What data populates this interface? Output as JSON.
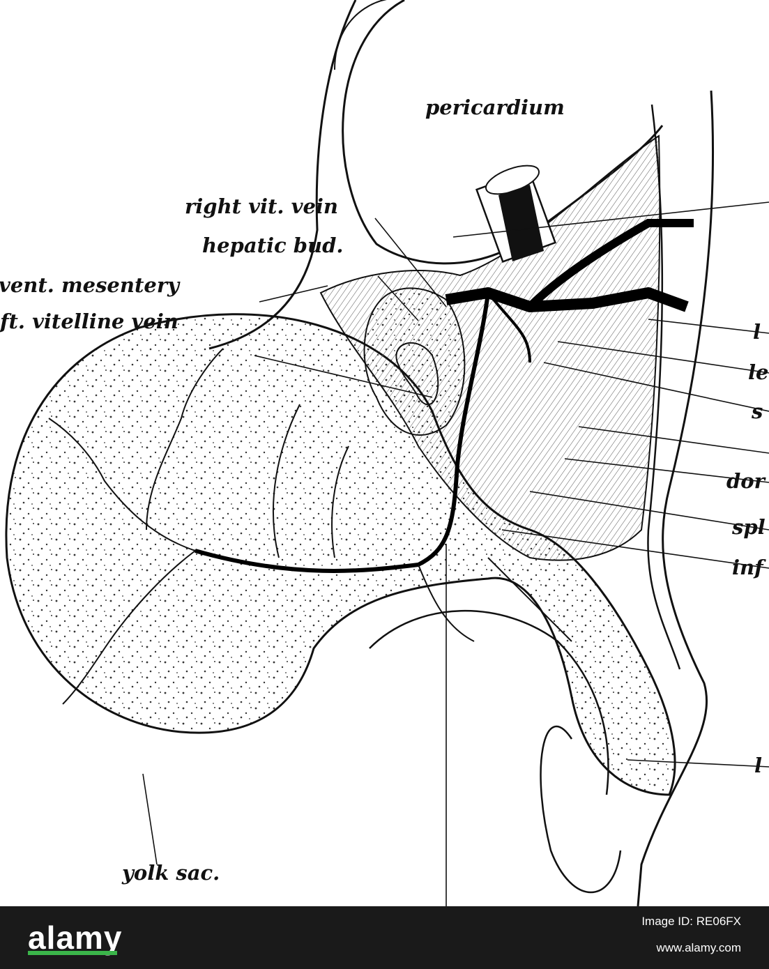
{
  "labels": {
    "pericardium": "pericardium",
    "right_vit_vein": "right vit. vein",
    "hepatic_bud": "hepatic bud.",
    "vent_mesentery": "vent. mesentery",
    "left_vitelline_vein": "ft. vitelline vein",
    "yolk_sac": "yolk sac.",
    "right_cut_1": "l",
    "right_cut_2": "le",
    "right_cut_3": "s",
    "right_cut_4": "dor",
    "right_cut_5": "spl",
    "right_cut_6": "inf",
    "right_cut_7": "l"
  },
  "footer": {
    "brand": "alamy",
    "image_id": "Image ID: RE06FX",
    "site": "www.alamy.com"
  },
  "colors": {
    "footer_bg": "#1a1a1a",
    "brand_accent": "#3bb54a",
    "ink": "#111111"
  }
}
